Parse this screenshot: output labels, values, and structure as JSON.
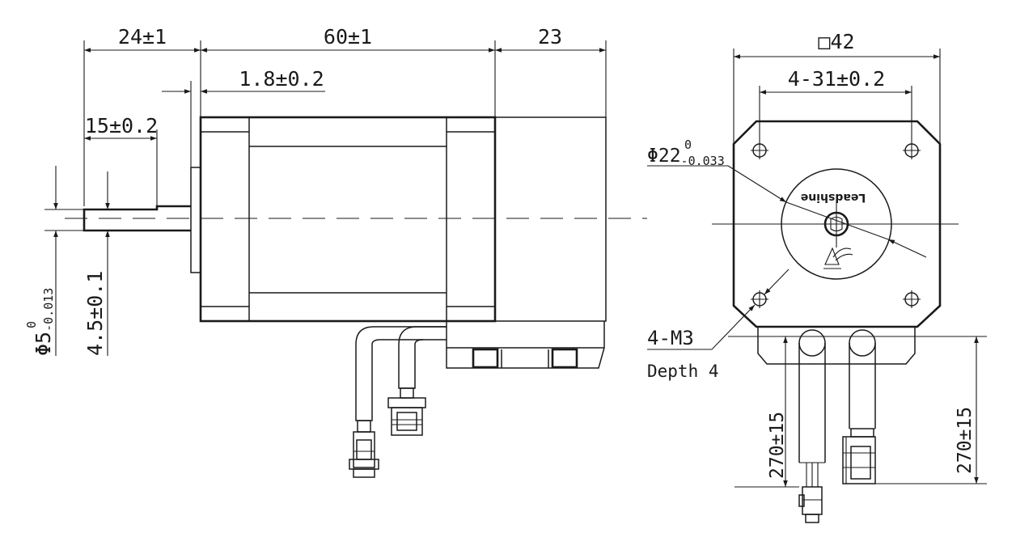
{
  "dimensions": {
    "shaft_length": "24±1",
    "body_length": "60±1",
    "rear_length": "23",
    "flange_thickness": "1.8±0.2",
    "flat_length": "15±0.2",
    "shaft_diameter_base": "Φ5",
    "shaft_diameter_upper": "0",
    "shaft_diameter_lower": "-0.013",
    "flat_depth": "4.5±0.1",
    "square_size": "□42",
    "hole_spacing": "4-31±0.2",
    "boss_diameter_base": "Φ22",
    "boss_diameter_upper": "0",
    "boss_diameter_lower": "-0.033",
    "thread_label": "4-M3",
    "thread_depth": "Depth 4",
    "cable_length_left": "270±15",
    "cable_length_right": "270±15"
  },
  "brand": {
    "logo_text": "Leadshine"
  }
}
